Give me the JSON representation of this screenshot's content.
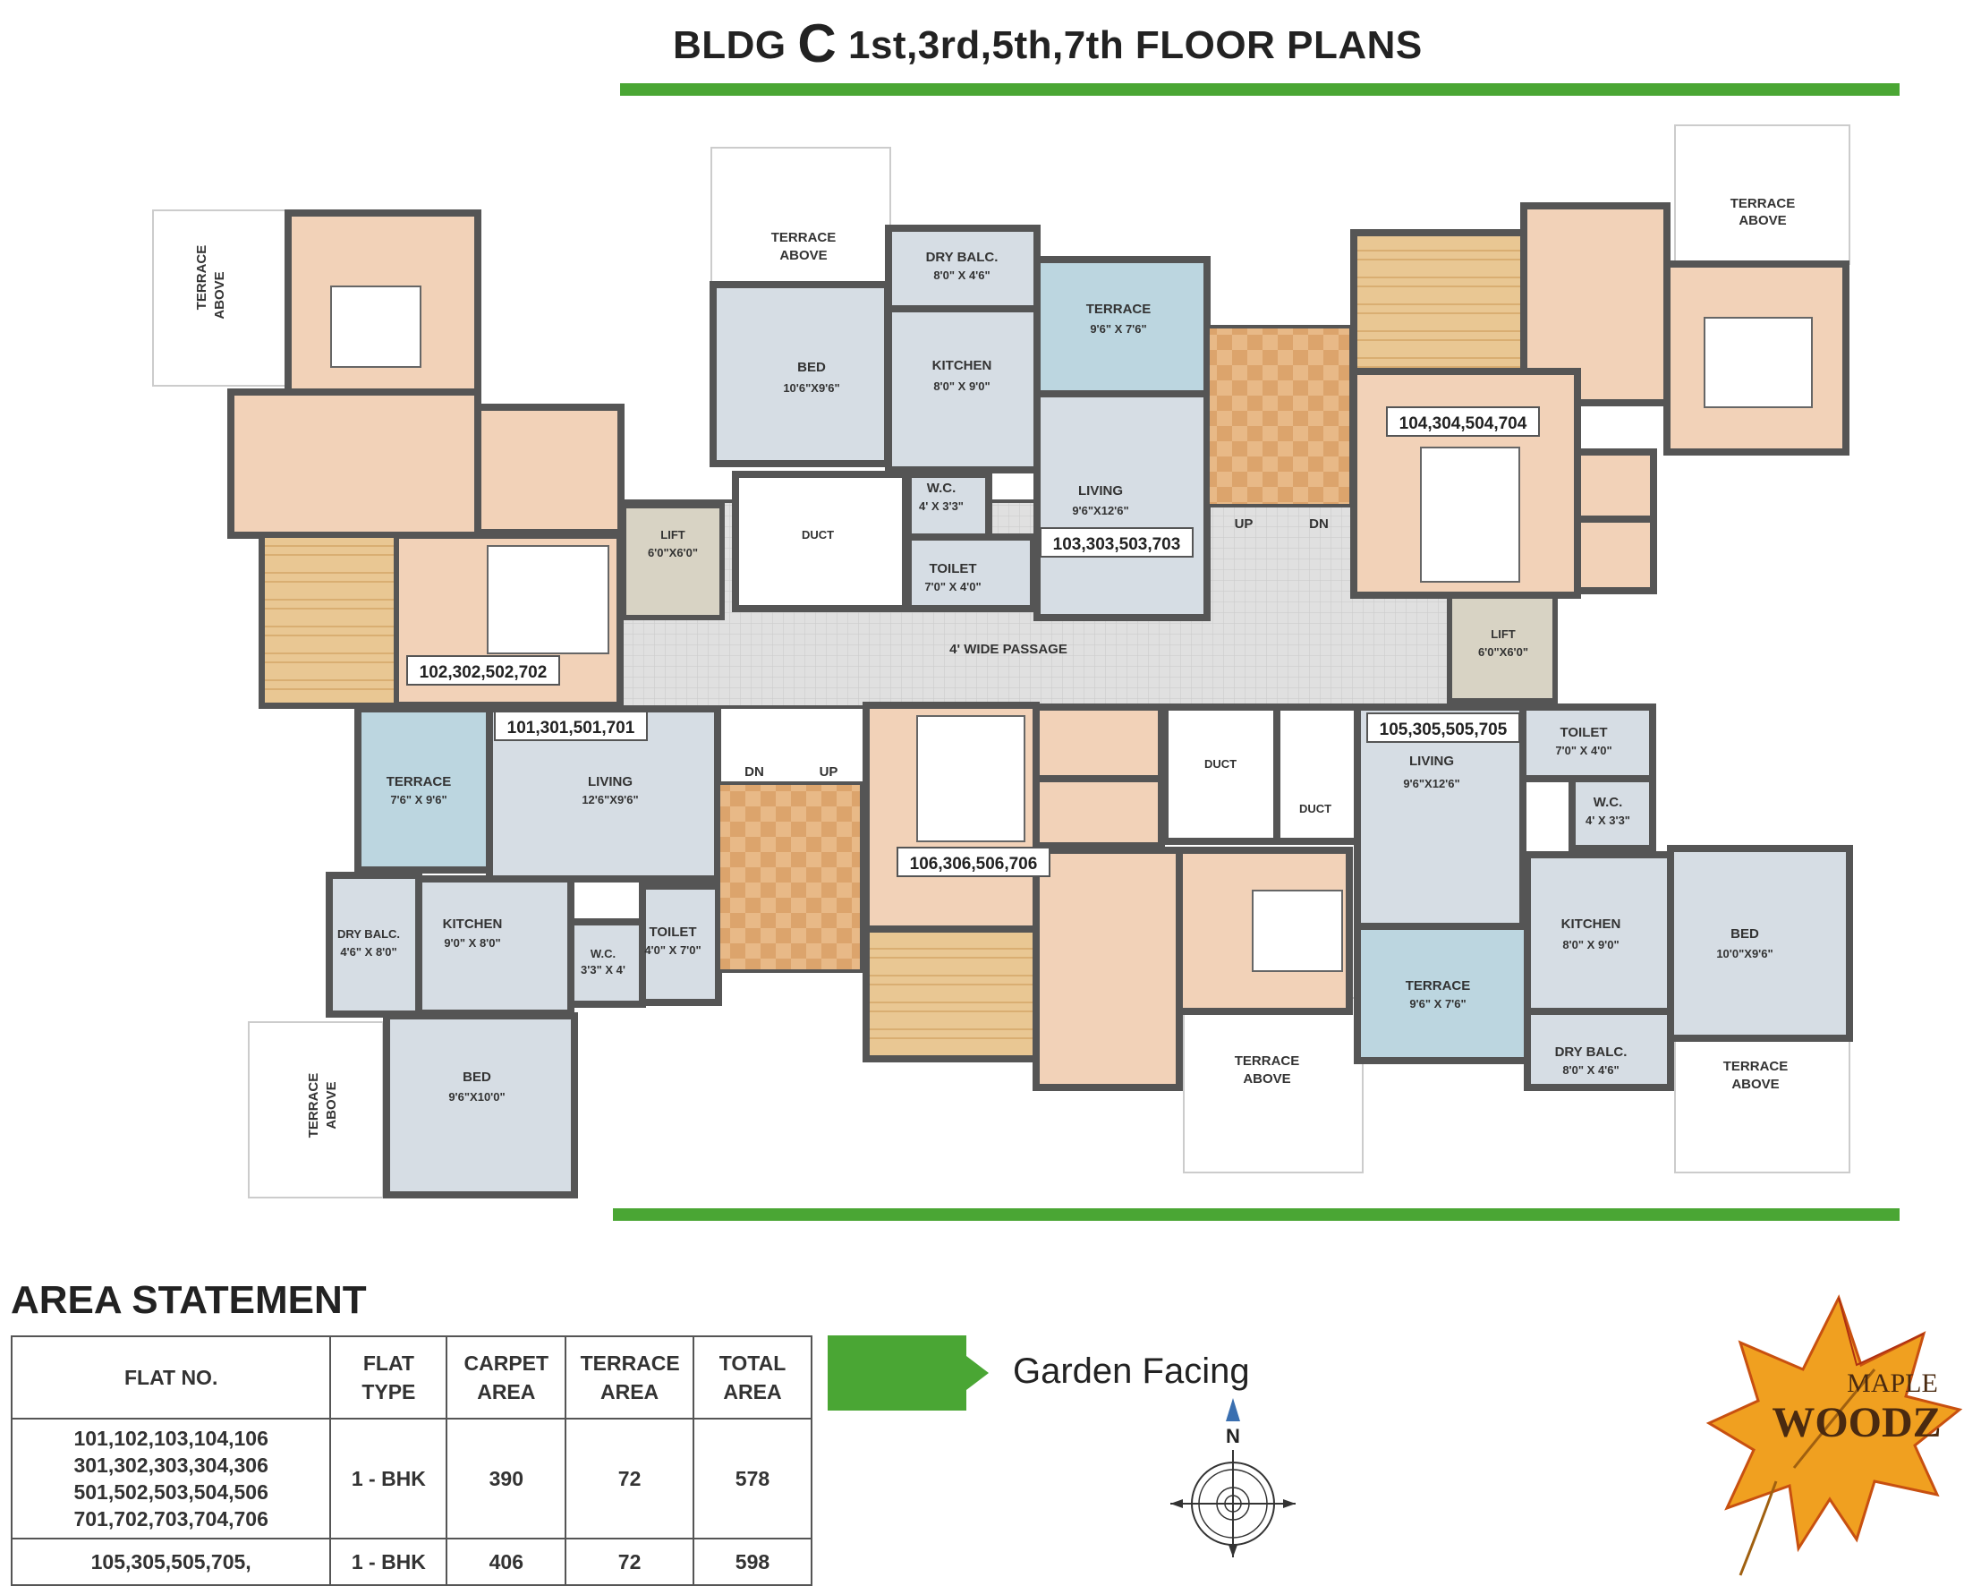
{
  "header": {
    "bldg_prefix": "BLDG",
    "bldg_letter": "C",
    "floors": "1st,3rd,5th,7th FLOOR PLANS"
  },
  "plan": {
    "rooms": {
      "terrace_above": "TERRACE",
      "above": "ABOVE",
      "bed_top": "BED",
      "bed_top_dim": "10'6\"X9'6\"",
      "dry_balc": "DRY BALC.",
      "dry_balc_top_dim": "8'0\" X 4'6\"",
      "kitchen": "KITCHEN",
      "kitchen_top_dim": "8'0\" X 9'0\"",
      "terrace": "TERRACE",
      "terrace_top_dim": "9'6\" X 7'6\"",
      "living": "LIVING",
      "living_top_dim": "9'6\"X12'6\"",
      "wc": "W.C.",
      "wc_top_dim": "4' X 3'3\"",
      "toilet": "TOILET",
      "toilet_top_dim": "7'0\" X 4'0\"",
      "duct": "DUCT",
      "lift": "LIFT",
      "lift_dim": "6'0\"X6'0\"",
      "up": "UP",
      "dn": "DN",
      "passage": "4' WIDE PASSAGE",
      "terrace_bl_dim": "7'6\" X 9'6\"",
      "living_bl_dim": "12'6\"X9'6\"",
      "dry_balc_bl": "DRY BALC.",
      "dry_balc_bl_dim": "4'6\" X 8'0\"",
      "kitchen_bl_dim": "9'0\" X 8'0\"",
      "wc_bl_dim": "3'3\" X 4'",
      "toilet_bl_dim": "4'0\" X 7'0\"",
      "bed_bl_dim": "9'6\"X10'0\"",
      "living_br_dim": "9'6\"X12'6\"",
      "toilet_br_dim": "7'0\" X 4'0\"",
      "wc_br_dim": "4' X 3'3\"",
      "kitchen_br_dim": "8'0\" X 9'0\"",
      "bed_br_dim": "10'0\"X9'6\"",
      "terrace_br_dim": "9'6\" X 7'6\"",
      "dry_balc_br_dim": "8'0\" X 4'6\""
    },
    "flats": {
      "f102": "102,302,502,702",
      "f103": "103,303,503,703",
      "f104": "104,304,504,704",
      "f101": "101,301,501,701",
      "f106": "106,306,506,706",
      "f105": "105,305,505,705"
    }
  },
  "area_statement": {
    "title": "AREA STATEMENT",
    "headers": [
      "FLAT NO.",
      "FLAT TYPE",
      "CARPET AREA",
      "TERRACE AREA",
      "TOTAL AREA"
    ],
    "rows": [
      {
        "flat_no_lines": [
          "101,102,103,104,106",
          "301,302,303,304,306",
          "501,502,503,504,506",
          "701,702,703,704,706"
        ],
        "type": "1 - BHK",
        "carpet": "390",
        "terrace": "72",
        "total": "578"
      },
      {
        "flat_no_lines": [
          "105,305,505,705,"
        ],
        "type": "1 - BHK",
        "carpet": "406",
        "terrace": "72",
        "total": "598"
      }
    ]
  },
  "legend": {
    "garden_facing": "Garden Facing"
  },
  "compass": {
    "north": "N"
  },
  "logo": {
    "line1": "MAPLE",
    "line2": "WOODZ"
  },
  "colors": {
    "green": "#4aa634",
    "peach": "#f2d2b8",
    "blue_grey": "#d6dde4",
    "terrace_blue": "#bcd6e0",
    "wall": "#555555",
    "wood": "#e6c08a"
  }
}
